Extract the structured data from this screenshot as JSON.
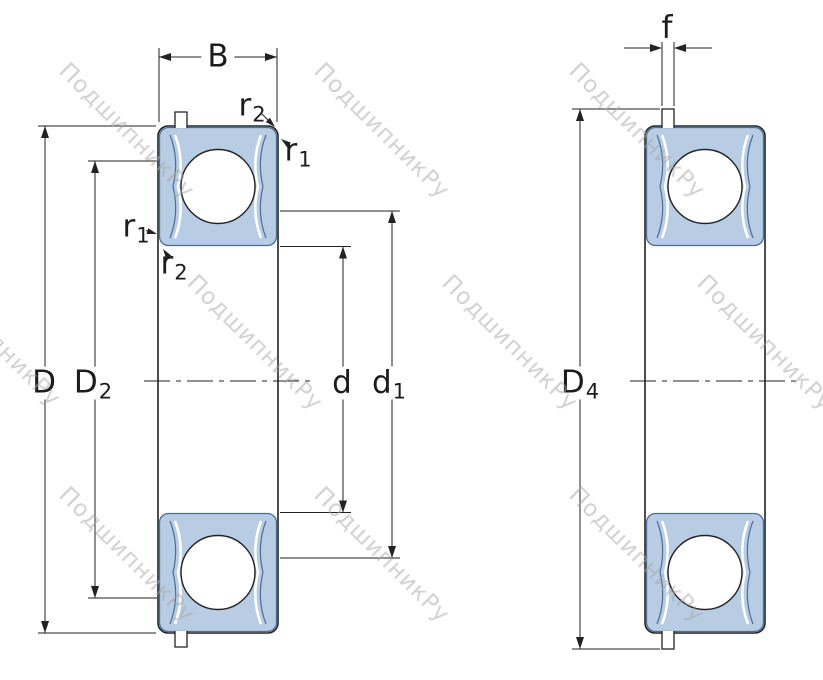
{
  "watermark": {
    "text": "ПодшипникРу"
  },
  "labels": {
    "B": {
      "text": "B"
    },
    "D": {
      "text": "D"
    },
    "d": {
      "text": "d"
    },
    "f": {
      "text": "f"
    },
    "D2": {
      "base": "D",
      "sub": "2"
    },
    "d1": {
      "base": "d",
      "sub": "1"
    },
    "D4": {
      "base": "D",
      "sub": "4"
    },
    "r1": {
      "base": "r",
      "sub": "1"
    },
    "r2": {
      "base": "r",
      "sub": "2"
    }
  },
  "colors": {
    "ring_fill": "#b8cde4",
    "ring_stroke": "#4a6d9a",
    "line": "#222222",
    "watermark": "#a6a6a6"
  }
}
